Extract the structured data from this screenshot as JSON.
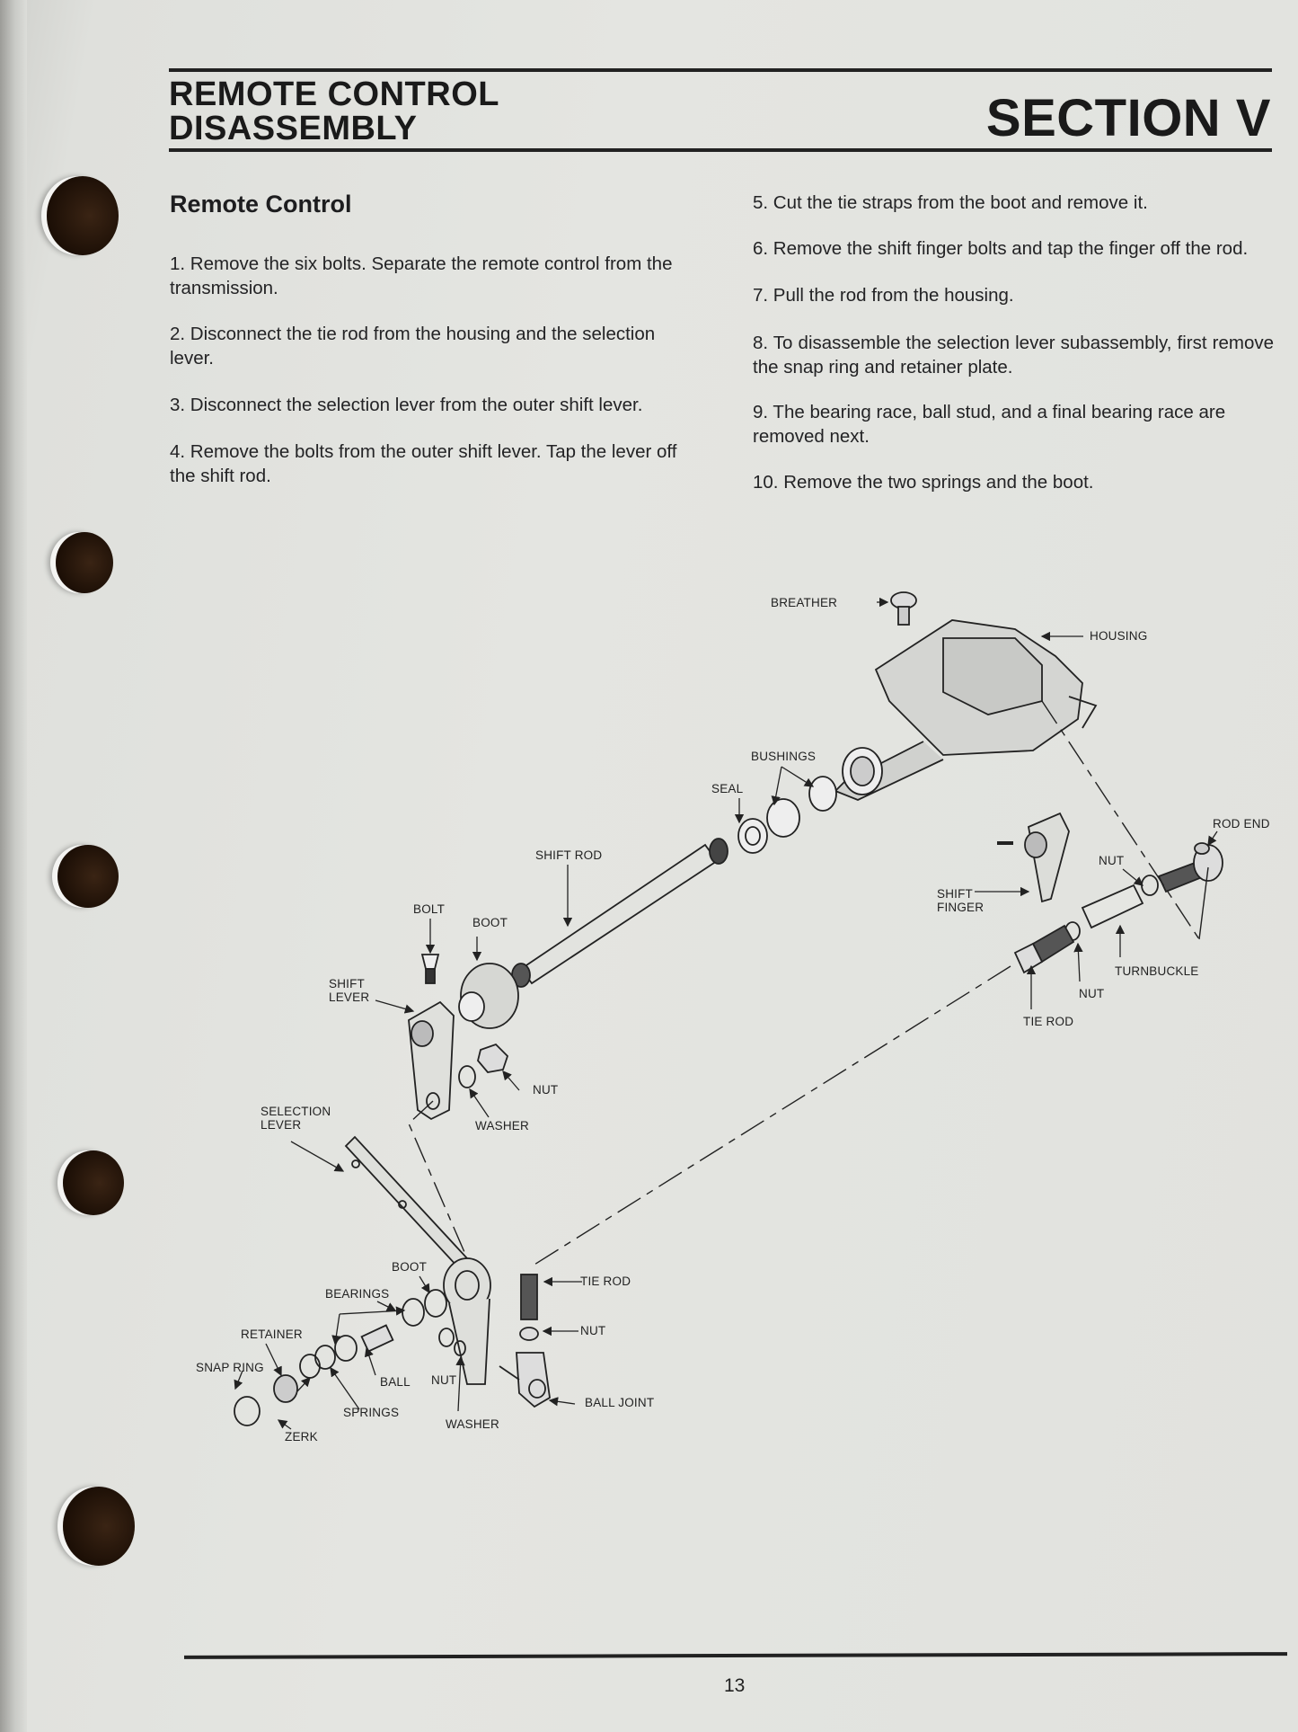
{
  "header": {
    "title": "REMOTE CONTROL\nDISASSEMBLY",
    "section": "SECTION V"
  },
  "subheading": "Remote Control",
  "steps_left": [
    "1. Remove the six bolts. Separate the remote control from the transmission.",
    "2.  Disconnect the tie rod from the housing and the selection lever.",
    "3.  Disconnect the selection lever from the outer shift lever.",
    "4.  Remove the bolts from the outer shift lever. Tap the lever off the shift rod."
  ],
  "steps_right": [
    "5.  Cut the tie straps from the boot and remove it.",
    "6.  Remove the shift finger bolts and tap the finger off the rod.",
    "7.  Pull the rod from the housing.",
    "8.  To disassemble the selection lever subassembly, first remove the snap ring and retainer plate.",
    "9.  The bearing race, ball stud, and a final bearing race are removed next.",
    "10.  Remove the two springs and the boot."
  ],
  "diagram_labels": {
    "breather": "BREATHER",
    "housing": "HOUSING",
    "bushings": "BUSHINGS",
    "seal": "SEAL",
    "shift_rod": "SHIFT ROD",
    "rod_end": "ROD END",
    "nut_upper_right": "NUT",
    "shift_finger_1": "SHIFT",
    "shift_finger_2": "FINGER",
    "turnbuckle": "TURNBUCKLE",
    "nut_right": "NUT",
    "tie_rod_right": "TIE ROD",
    "bolt": "BOLT",
    "boot_upper": "BOOT",
    "shift_lever_1": "SHIFT",
    "shift_lever_2": "LEVER",
    "nut_mid": "NUT",
    "washer_mid": "WASHER",
    "selection_lever_1": "SELECTION",
    "selection_lever_2": "LEVER",
    "boot_lower": "BOOT",
    "bearings": "BEARINGS",
    "retainer": "RETAINER",
    "snap_ring": "SNAP RING",
    "ball": "BALL",
    "nut_lower": "NUT",
    "springs": "SPRINGS",
    "zerk": "ZERK",
    "washer_lower": "WASHER",
    "tie_rod_lower": "TIE ROD",
    "nut_ball": "NUT",
    "ball_joint": "BALL JOINT"
  },
  "page_number": "13"
}
